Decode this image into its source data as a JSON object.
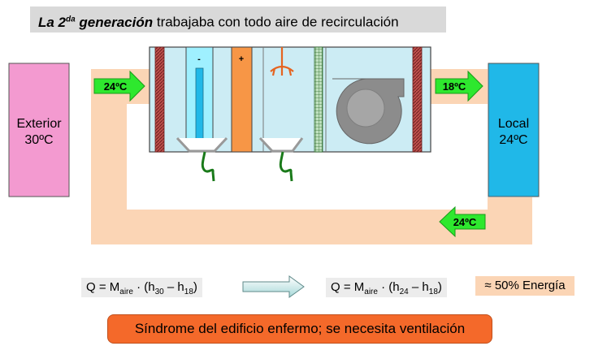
{
  "title": {
    "prefix": "La 2",
    "superscript": "da",
    "bold_word": " generación",
    "rest": " trabajaba con todo aire de recirculación"
  },
  "exterior": {
    "line1": "Exterior",
    "line2": "30ºC"
  },
  "local": {
    "line1": "Local",
    "line2": "24ºC"
  },
  "arrows": {
    "inlet": "24ºC",
    "supply": "18ºC",
    "return": "24ºC"
  },
  "coil_labels": {
    "cooling": "-",
    "heating": "+"
  },
  "formula1": {
    "q": "Q = M",
    "sub": "aire",
    "rest": " · (h",
    "h1": "30",
    "dash": " – h",
    "h2": "18",
    "close": ")"
  },
  "formula2": {
    "q": "Q = M",
    "sub": "aire",
    "rest": " · (h",
    "h1": "24",
    "dash": " – h",
    "h2": "18",
    "close": ")"
  },
  "energia": "≈ 50% Energía",
  "sindrome": "Síndrome del edificio enfermo; se necesita ventilación",
  "colors": {
    "duct": "#fbd5b5",
    "exterior": "#f39ad0",
    "local": "#20b8e8",
    "ahu": "#ccecf4",
    "cooling_coil": "#9ff0ff",
    "heating_coil": "#f79646",
    "filter": "#c0504d",
    "arrow": "#2ee82e",
    "drain": "#1a7a1a",
    "callout": "#f4692a"
  }
}
